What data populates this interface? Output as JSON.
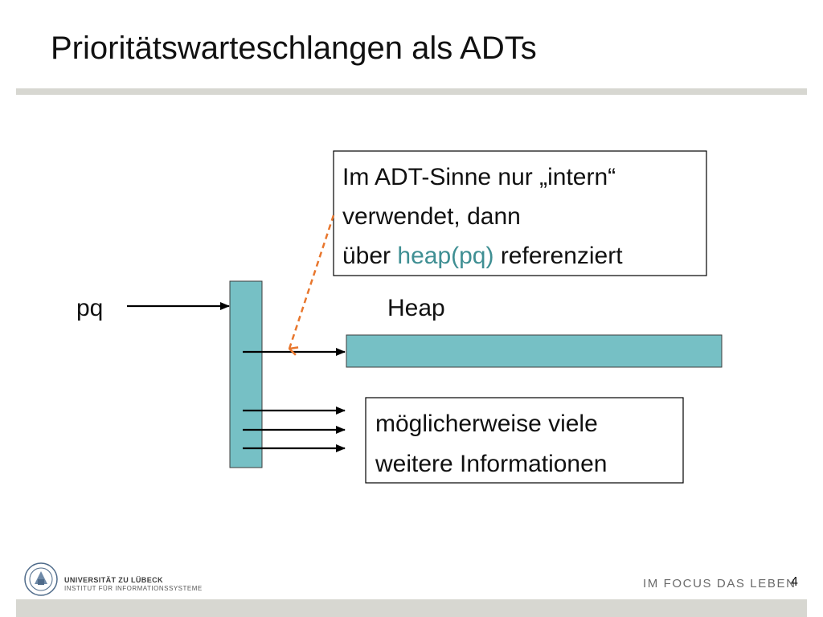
{
  "slide": {
    "title": "Prioritätswarteschlangen als ADTs",
    "page_number": "4"
  },
  "diagram": {
    "pq_label": "pq",
    "heap_label": "Heap",
    "note": {
      "line1": "Im ADT-Sinne nur „intern“",
      "line2": "verwendet, dann",
      "line3_prefix": "über ",
      "line3_highlight": "heap(pq)",
      "line3_suffix": " referenziert"
    },
    "info_box": {
      "line1": "möglicherweise viele",
      "line2": "weitere Informationen"
    },
    "colors": {
      "teal_fill": "#76c0c5",
      "highlight_text": "#3f8f93",
      "dashed_arrow": "#e8772e",
      "arrow": "#000000"
    }
  },
  "footer": {
    "university": "UNIVERSITÄT ZU LÜBECK",
    "institute": "INSTITUT FÜR INFORMATIONSSYSTEME",
    "slogan": "IM FOCUS DAS LEBEN",
    "seal_icon": "university-seal-icon"
  }
}
